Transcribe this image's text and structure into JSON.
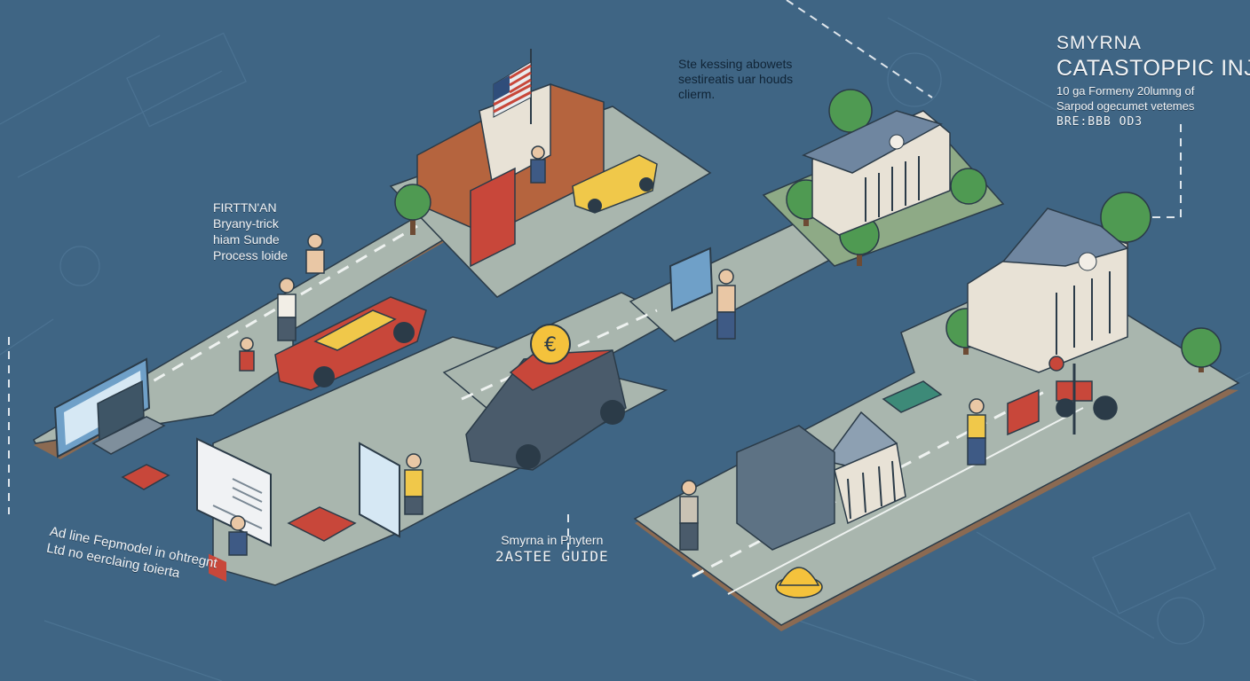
{
  "colors": {
    "background": "#3f6584",
    "road": "#a9b6ae",
    "platform_edge": "#8b6a52",
    "car_red": "#c8473a",
    "car_yellow": "#f0c84a",
    "grass": "#7a9b72",
    "tree": "#4f9a52",
    "coin": "#f4c23c",
    "building": "#e8e2d6",
    "roof": "#6f86a0",
    "brick": "#b5643e"
  },
  "title": {
    "line1": "SMYRNA",
    "line2": "CATASTOPPIC INJURY",
    "line3": "10 ga Formeny 20lumng of",
    "line4": "Sarpod ogecumet vetemes",
    "line5": "BRE:BBB OD3"
  },
  "notes": {
    "top": [
      "Ste kessing abowets",
      "sestireatis uar houds",
      "clierm."
    ],
    "left": [
      "FIRTTN'AN",
      "Bryany-trick",
      "hiam Sunde",
      "Process loide"
    ],
    "center": [
      "Smyrna in Phytern",
      "2ASTEE GUIDE"
    ],
    "bottom": [
      "Ad line Fepmodel in ohtregnt",
      "Ltd no eerclaing toierta"
    ]
  },
  "icons": [
    "flag-icon",
    "euro-coin-icon",
    "computer-monitor-icon",
    "laptop-icon",
    "courthouse-icon",
    "temple-bank-icon",
    "tree-icon",
    "car-icon",
    "tractor-icon",
    "bell-icon",
    "person-icon"
  ]
}
